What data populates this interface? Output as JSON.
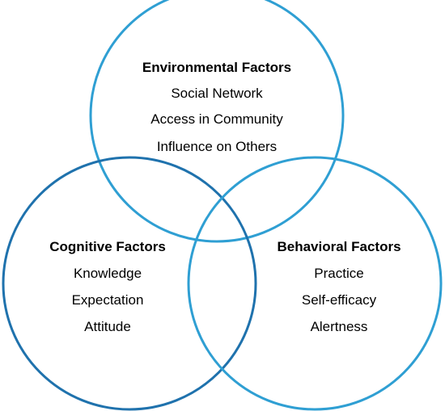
{
  "colors": {
    "environmental": "#2f9fd3",
    "cognitive": "#1f72ad",
    "behavioral": "#2f9fd3"
  },
  "environmental": {
    "title": "Environmental Factors",
    "items": [
      "Social Network",
      "Access in Community",
      "Influence on Others"
    ]
  },
  "cognitive": {
    "title": "Cognitive Factors",
    "items": [
      "Knowledge",
      "Expectation",
      "Attitude"
    ]
  },
  "behavioral": {
    "title": "Behavioral Factors",
    "items": [
      "Practice",
      "Self-efficacy",
      "Alertness"
    ]
  }
}
